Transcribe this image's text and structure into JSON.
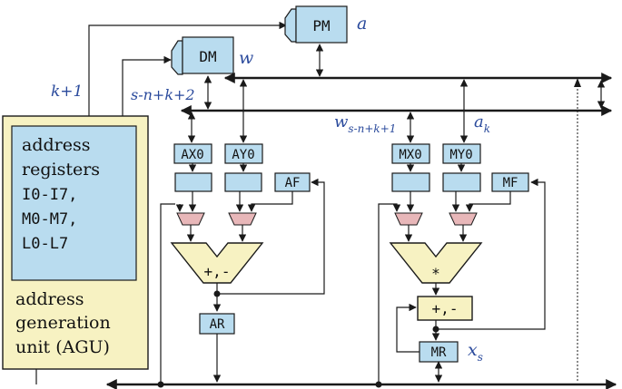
{
  "memories": {
    "pm": "PM",
    "dm": "DM"
  },
  "registers": {
    "ax0": "AX0",
    "ay0": "AY0",
    "af": "AF",
    "ar": "AR",
    "mx0": "MX0",
    "my0": "MY0",
    "mf": "MF",
    "mr": "MR"
  },
  "alu": {
    "op": "+,-"
  },
  "mac": {
    "mult_op": "*",
    "add_op": "+,-"
  },
  "agu": {
    "registers_label_1": "address",
    "registers_label_2": "registers",
    "reg_i": "I0-I7,",
    "reg_m": "M0-M7,",
    "reg_l": "L0-L7",
    "name_1": "address",
    "name_2": "generation",
    "name_3": "unit (AGU)"
  },
  "annotations": {
    "a": "a",
    "w": "w",
    "k1": "k+1",
    "snk2": "s-n+k+2",
    "w_base": "w",
    "w_sub": "s-n+k+1",
    "a_base": "a",
    "a_sub": "k",
    "x_base": "x",
    "x_sub": "s"
  },
  "colors": {
    "register_fill": "#b9dcef",
    "agu_fill": "#f7f2c2",
    "mux_fill": "#e8b7b9",
    "annotation": "#2a4a9c"
  }
}
